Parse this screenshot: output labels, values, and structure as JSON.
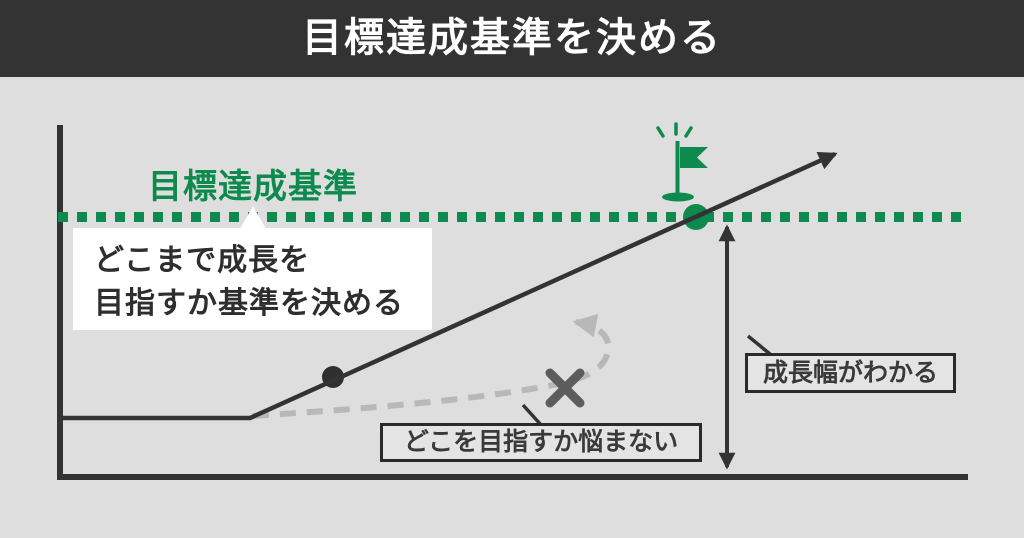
{
  "header": {
    "title": "目標達成基準を決める"
  },
  "diagram": {
    "threshold_label": "目標達成基準",
    "bubble": {
      "line1": "どこまで成長を",
      "line2": "目指すか基準を決める"
    },
    "growth_callout": "成長幅がわかる",
    "no_worry_callout": "どこを目指すか悩まない",
    "icons": {
      "flag": "goal-flag-icon",
      "x_mark": "rejected-path-x-icon",
      "sparkle": "flag-sparkle-icon"
    },
    "colors": {
      "header_bg": "#333333",
      "background": "#dedede",
      "accent_green": "#0e8a4f",
      "line_dark": "#333333",
      "dashed_gray": "#b8b8b8",
      "x_gray": "#5c5c5c",
      "bubble_bg": "#ffffff"
    }
  }
}
